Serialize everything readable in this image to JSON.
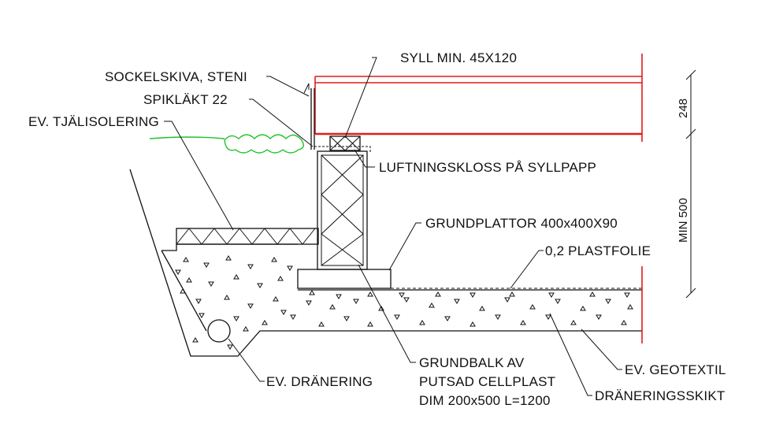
{
  "labels": {
    "sockelskiva": "SOCKELSKIVA, STENI",
    "spiklakt": "SPIKLÄKT 22",
    "tjalisolering": "EV. TJÄLISOLERING",
    "syll": "SYLL MIN. 45X120",
    "luftningskloss": "LUFTNINGSKLOSS PÅ SYLLPAPP",
    "grundplattor": "GRUNDPLATTOR 400x400X90",
    "plastfolie": "0,2 PLASTFOLIE",
    "grundbalk_1": "GRUNDBALK AV",
    "grundbalk_2": "PUTSAD CELLPLAST",
    "grundbalk_3": "DIM 200x500 L=1200",
    "dranering": "EV. DRÄNERING",
    "geotextil": "EV. GEOTEXTIL",
    "draneringsskikt": "DRÄNERINGSSKIKT"
  },
  "dimensions": {
    "upper": "248",
    "lower": "MIN 500"
  },
  "colors": {
    "line": "#111111",
    "timber": "#e21b1b",
    "insulation_edge": "#22c22a"
  }
}
